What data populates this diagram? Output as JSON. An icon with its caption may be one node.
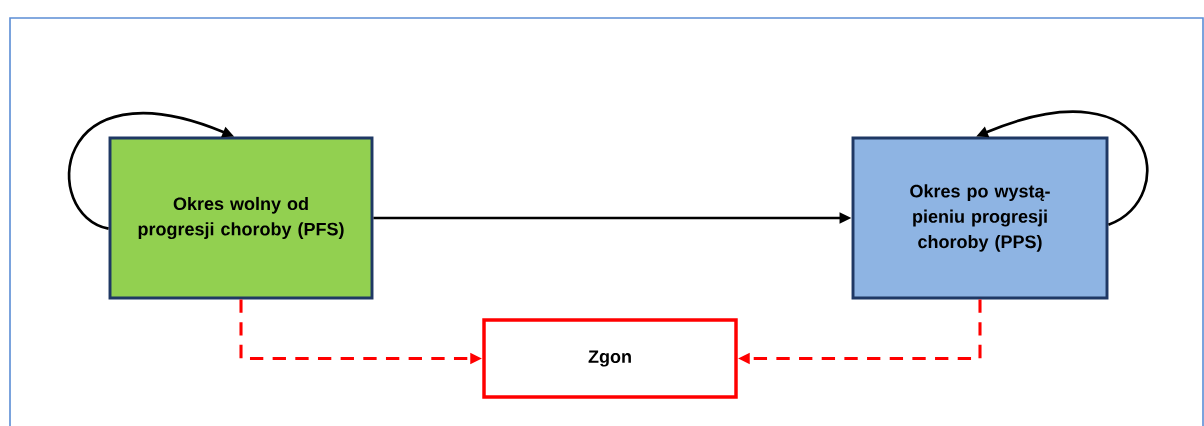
{
  "diagram": {
    "nodes": [
      {
        "text": [
          "Okres wolny od progresji choroby (PFS)"
        ]
      },
      {
        "text": [
          "Okres po wystą-pieniu progresji choroby (PPS)"
        ]
      },
      {
        "text": [
          "Zgon"
        ]
      }
    ],
    "edges": [
      {
        "from": 0,
        "to": 0,
        "arrow": "to"
      },
      {
        "from": 1,
        "to": 1,
        "arrow": "to"
      },
      {
        "from": 0,
        "to": 1,
        "arrow": "to"
      },
      {
        "from": 0,
        "to": 2,
        "arrow": "to",
        "style": "dashed",
        "color": "#ff0000"
      },
      {
        "from": 1,
        "to": 2,
        "arrow": "to",
        "style": "dashed",
        "color": "#ff0000"
      }
    ]
  }
}
